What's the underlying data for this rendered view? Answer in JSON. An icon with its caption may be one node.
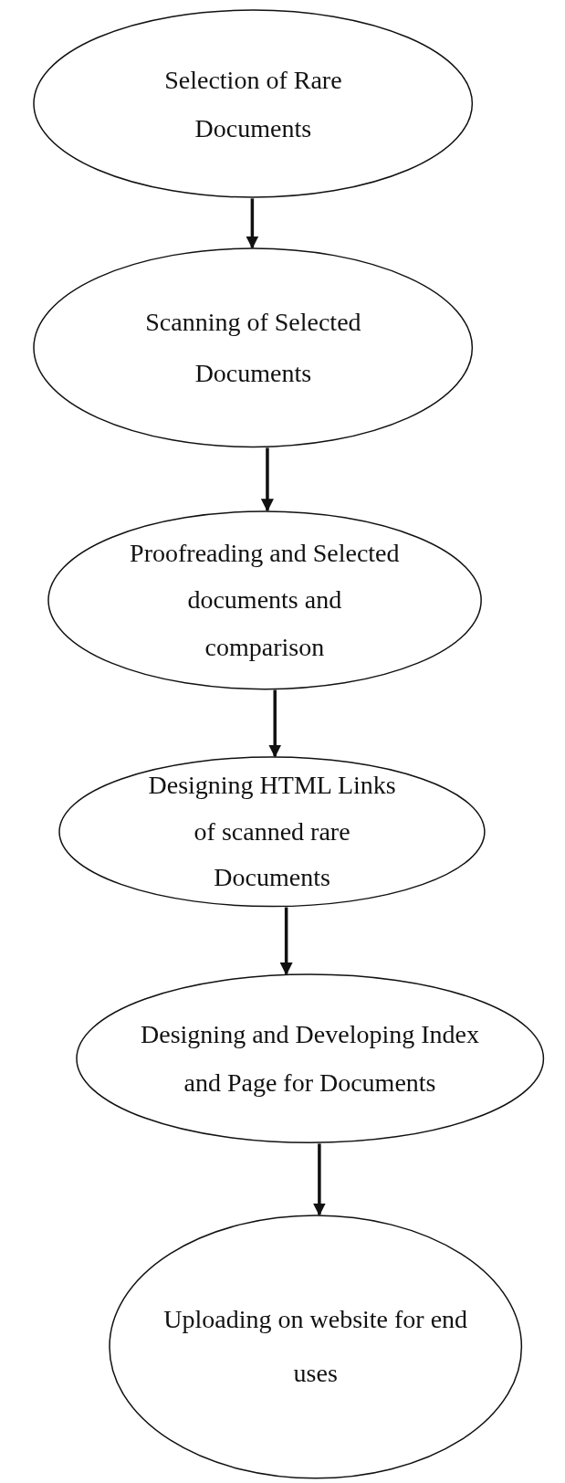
{
  "diagram": {
    "nodes": [
      {
        "text": [
          "Selection of Rare Documents"
        ]
      },
      {
        "text": [
          "Scanning of Selected Documents"
        ]
      },
      {
        "text": [
          "Proofreading and Selected documents and comparison"
        ]
      },
      {
        "text": [
          "Designing HTML Links of scanned rare Documents"
        ]
      },
      {
        "text": [
          "Designing and Developing Index and Page for Documents"
        ]
      },
      {
        "text": [
          "Uploading on website for end uses"
        ]
      }
    ],
    "edges": [
      {
        "from": 0,
        "to": 1,
        "arrow": "to"
      },
      {
        "from": 1,
        "to": 2,
        "arrow": "to"
      },
      {
        "from": 2,
        "to": 3,
        "arrow": "to"
      },
      {
        "from": 3,
        "to": 4,
        "arrow": "to"
      },
      {
        "from": 4,
        "to": 5,
        "arrow": "to"
      }
    ]
  }
}
